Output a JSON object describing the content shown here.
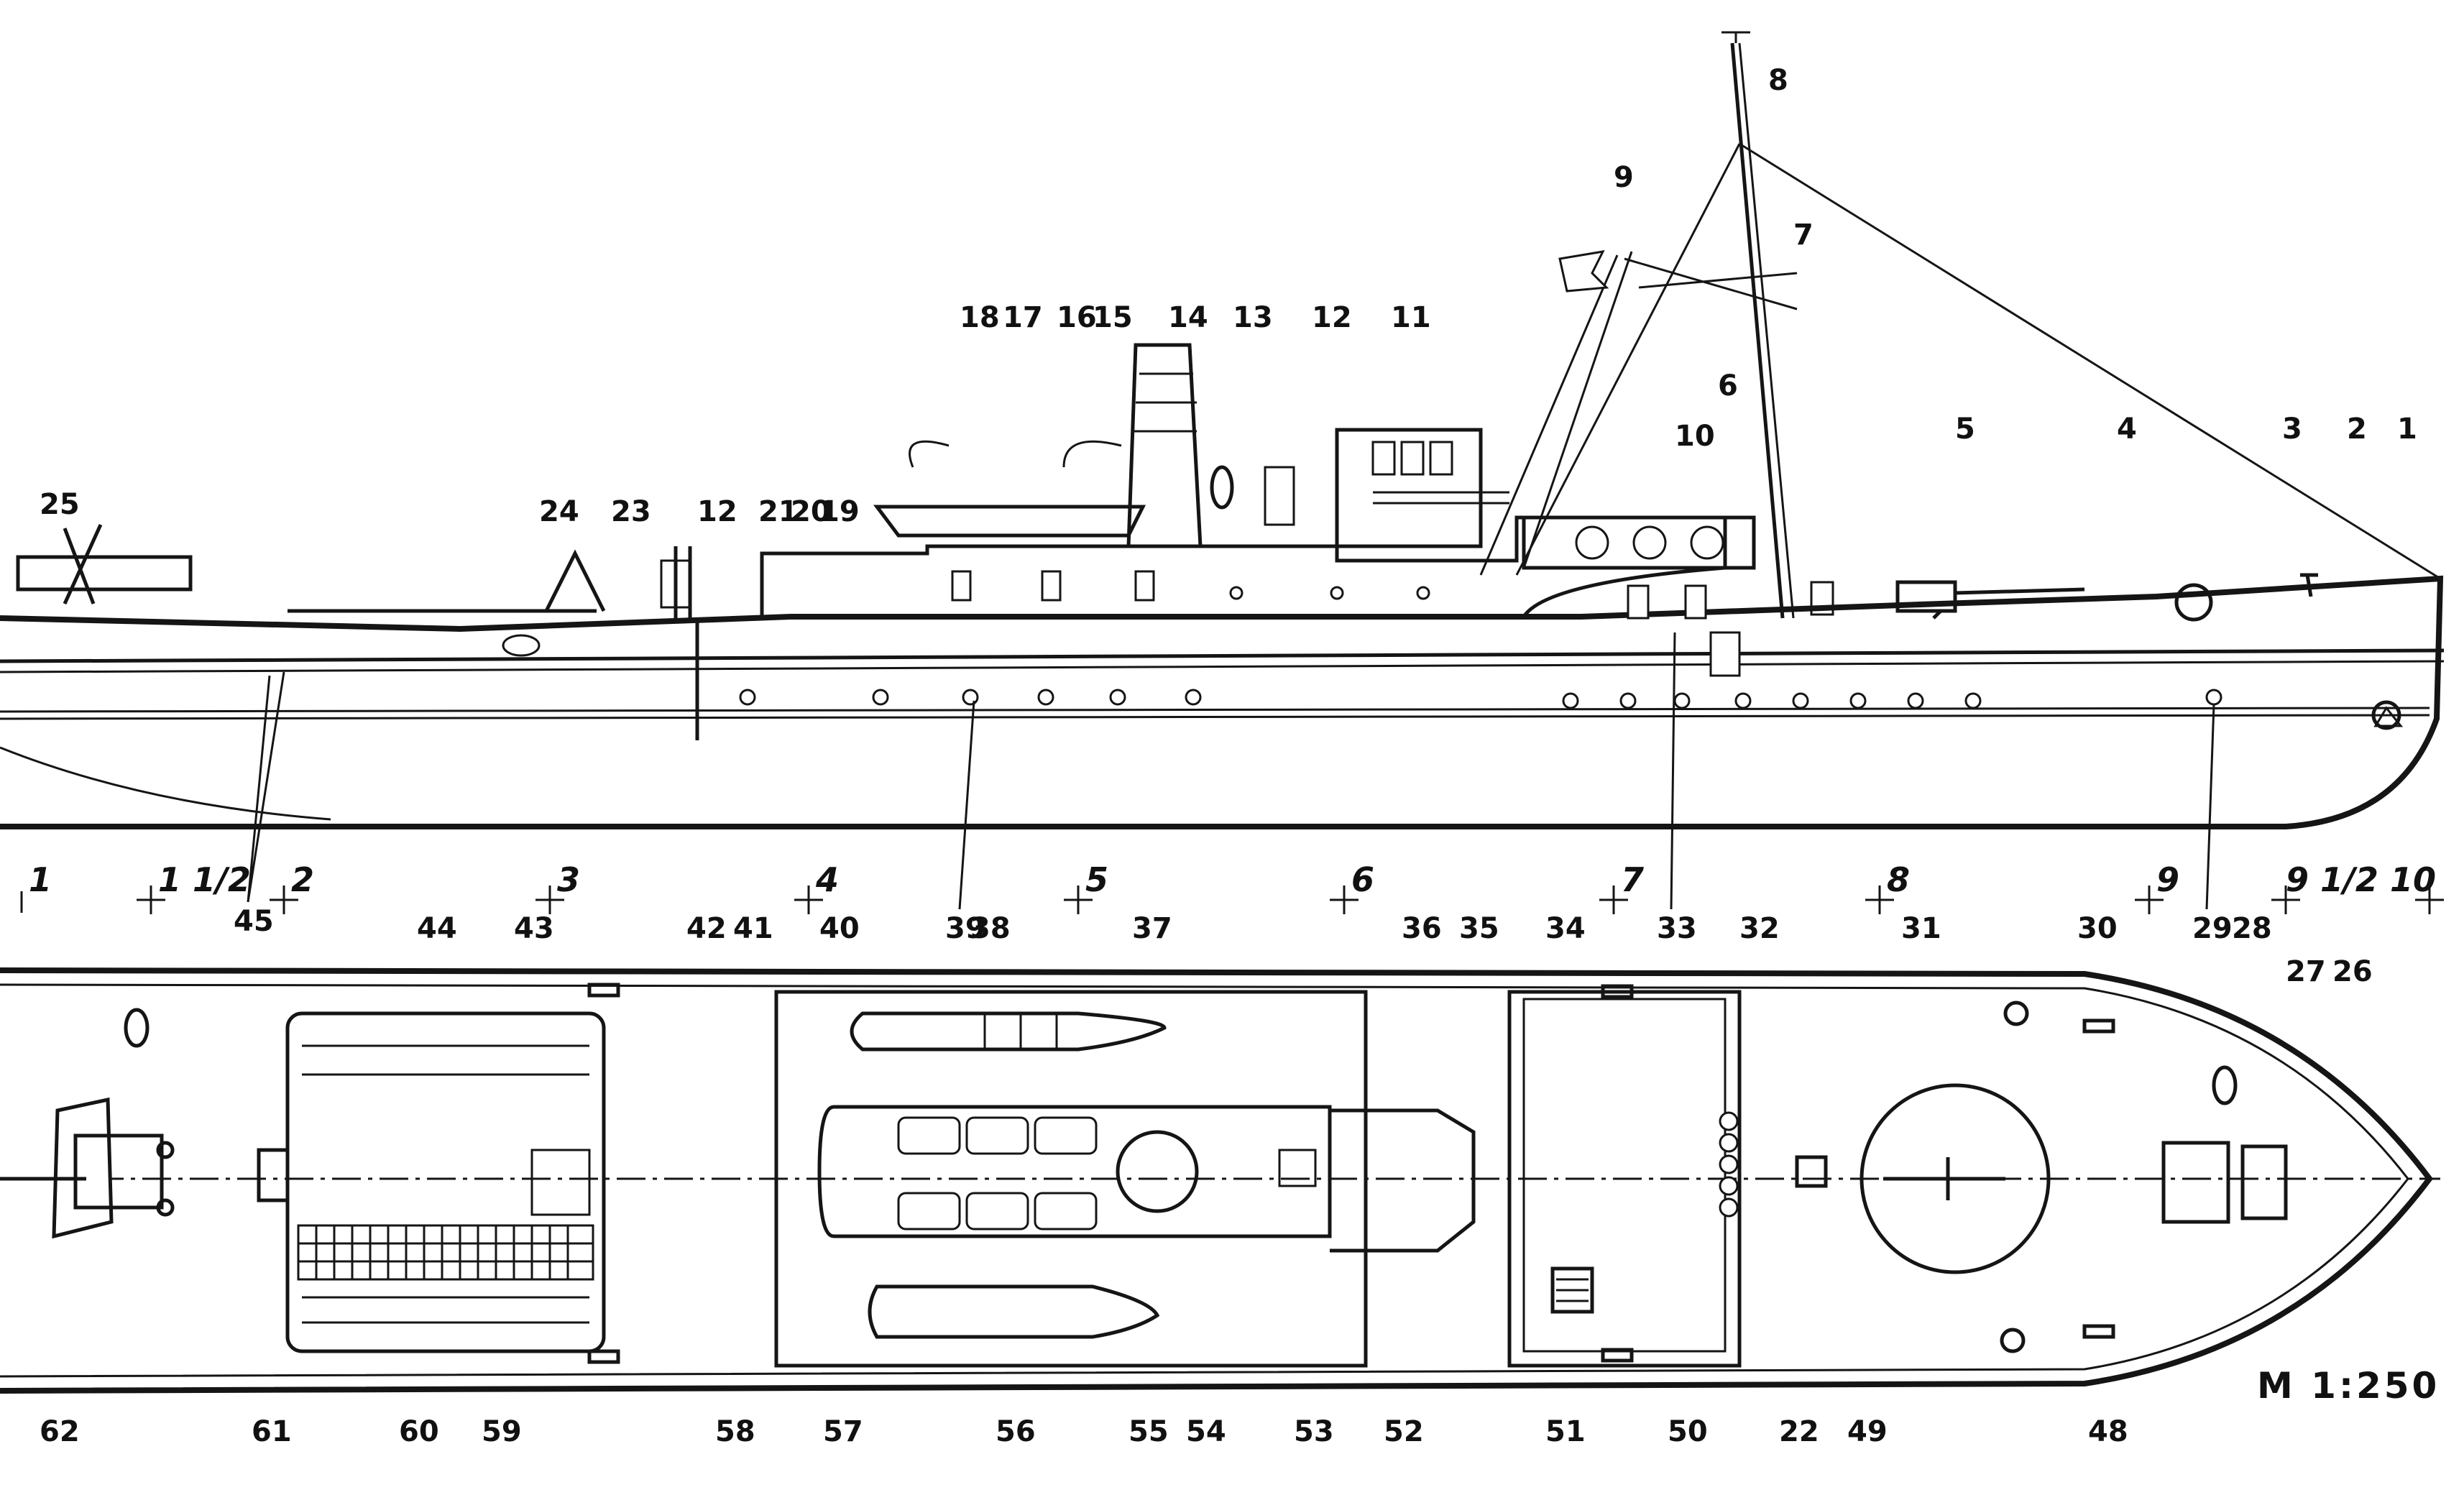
{
  "scale_label": "M 1:250",
  "side_view_callouts": [
    "1",
    "2",
    "3",
    "4",
    "5",
    "6",
    "7",
    "8",
    "9",
    "10",
    "11",
    "12",
    "13",
    "14",
    "15",
    "16",
    "17",
    "18",
    "19",
    "20",
    "21",
    "12",
    "23",
    "24",
    "25",
    "45",
    "39",
    "33",
    "29"
  ],
  "plan_view_callouts": [
    "26",
    "27",
    "28",
    "30",
    "31",
    "32",
    "34",
    "35",
    "36",
    "37",
    "38",
    "40",
    "41",
    "42",
    "43",
    "44",
    "48",
    "49",
    "50",
    "51",
    "22",
    "52",
    "53",
    "54",
    "55",
    "56",
    "57",
    "58",
    "59",
    "60",
    "61",
    "62"
  ],
  "station_marks": [
    "1",
    "1 1/2",
    "2",
    "3",
    "4",
    "5",
    "6",
    "7",
    "8",
    "9",
    "9 1/2",
    "10"
  ]
}
